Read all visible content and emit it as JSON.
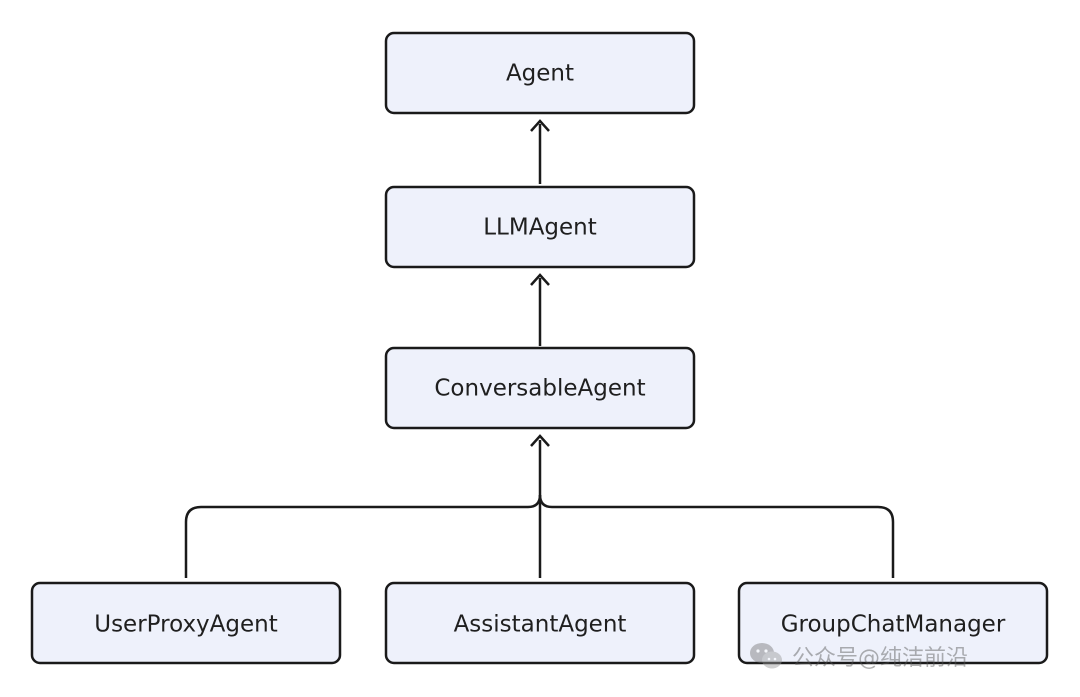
{
  "diagram": {
    "nodes": {
      "agent": "Agent",
      "llm_agent": "LLMAgent",
      "conversable_agent": "ConversableAgent",
      "user_proxy_agent": "UserProxyAgent",
      "assistant_agent": "AssistantAgent",
      "group_chat_manager": "GroupChatManager"
    },
    "edges": [
      {
        "from": "llm_agent",
        "to": "agent"
      },
      {
        "from": "conversable_agent",
        "to": "llm_agent"
      },
      {
        "from": "user_proxy_agent",
        "to": "conversable_agent"
      },
      {
        "from": "assistant_agent",
        "to": "conversable_agent"
      },
      {
        "from": "group_chat_manager",
        "to": "conversable_agent"
      }
    ]
  },
  "watermark": {
    "text": "公众号@纯洁前沿",
    "icon": "wechat-icon"
  },
  "colors": {
    "node_fill": "#eef1fb",
    "stroke": "#1a1a1a"
  }
}
